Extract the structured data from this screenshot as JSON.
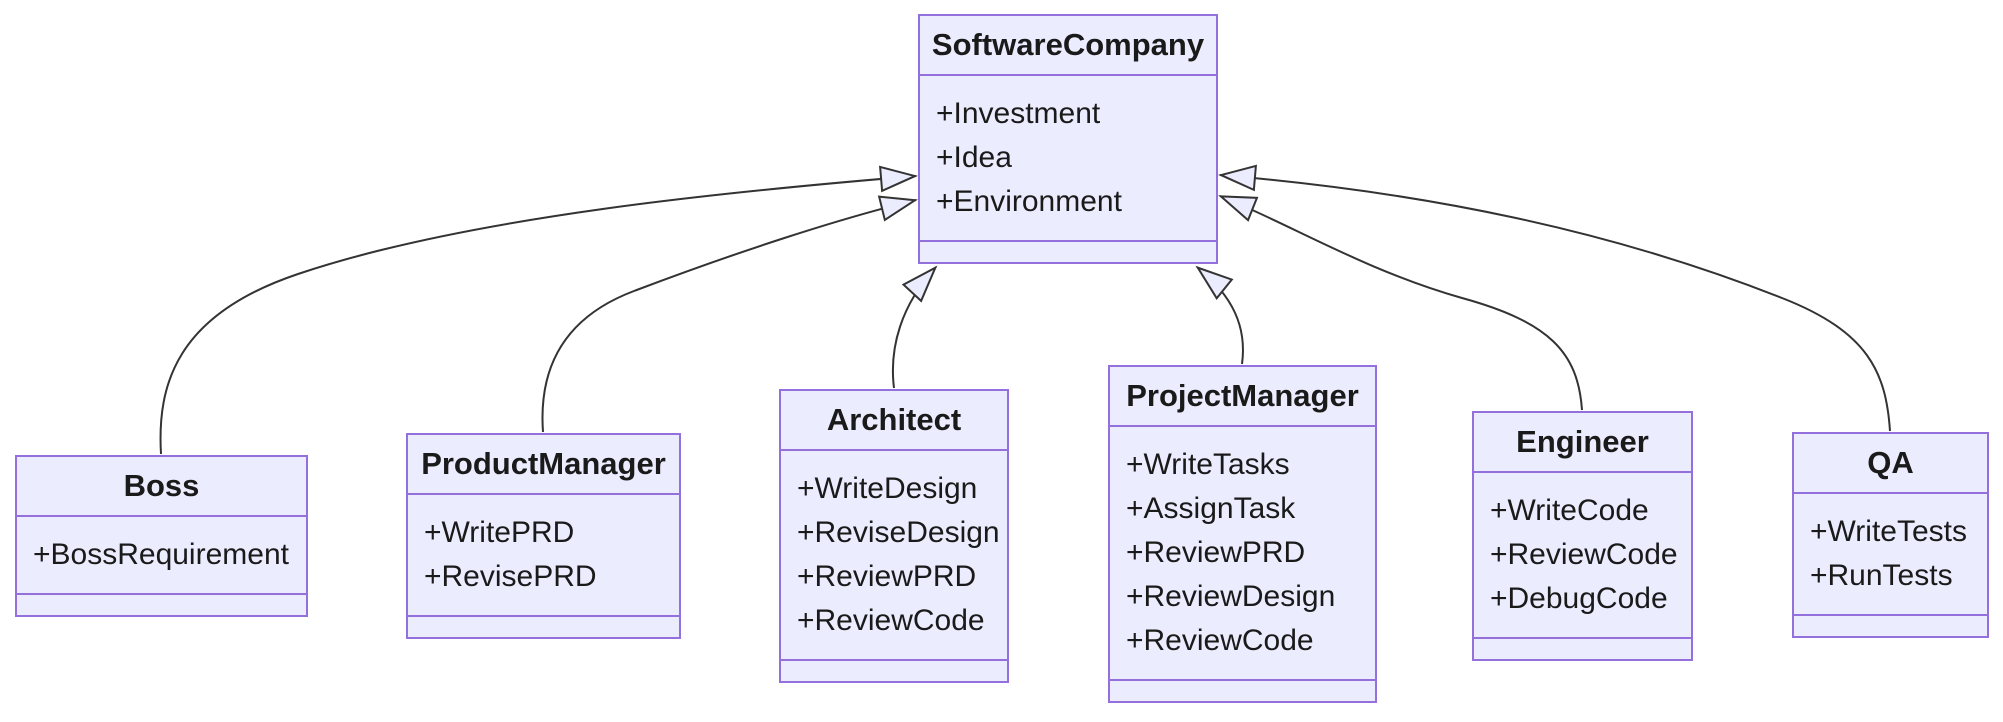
{
  "diagram": {
    "type": "uml-class-diagram",
    "classes": [
      {
        "id": "softwarecompany",
        "name": "SoftwareCompany",
        "attributes": [
          "+Investment",
          "+Idea",
          "+Environment"
        ],
        "methods": []
      },
      {
        "id": "boss",
        "name": "Boss",
        "attributes": [
          "+BossRequirement"
        ],
        "methods": []
      },
      {
        "id": "productmanager",
        "name": "ProductManager",
        "attributes": [
          "+WritePRD",
          "+RevisePRD"
        ],
        "methods": []
      },
      {
        "id": "architect",
        "name": "Architect",
        "attributes": [
          "+WriteDesign",
          "+ReviseDesign",
          "+ReviewPRD",
          "+ReviewCode"
        ],
        "methods": []
      },
      {
        "id": "projectmanager",
        "name": "ProjectManager",
        "attributes": [
          "+WriteTasks",
          "+AssignTask",
          "+ReviewPRD",
          "+ReviewDesign",
          "+ReviewCode"
        ],
        "methods": []
      },
      {
        "id": "engineer",
        "name": "Engineer",
        "attributes": [
          "+WriteCode",
          "+ReviewCode",
          "+DebugCode"
        ],
        "methods": []
      },
      {
        "id": "qa",
        "name": "QA",
        "attributes": [
          "+WriteTests",
          "+RunTests"
        ],
        "methods": []
      }
    ],
    "relationships": [
      {
        "from": "Boss",
        "to": "SoftwareCompany",
        "type": "inheritance"
      },
      {
        "from": "ProductManager",
        "to": "SoftwareCompany",
        "type": "inheritance"
      },
      {
        "from": "Architect",
        "to": "SoftwareCompany",
        "type": "inheritance"
      },
      {
        "from": "ProjectManager",
        "to": "SoftwareCompany",
        "type": "inheritance"
      },
      {
        "from": "Engineer",
        "to": "SoftwareCompany",
        "type": "inheritance"
      },
      {
        "from": "QA",
        "to": "SoftwareCompany",
        "type": "inheritance"
      }
    ],
    "colors": {
      "node_fill": "#ECECFF",
      "node_border": "#9370DB",
      "edge_line": "#333333",
      "text": "#1a1a1a",
      "background": "#ffffff"
    }
  }
}
